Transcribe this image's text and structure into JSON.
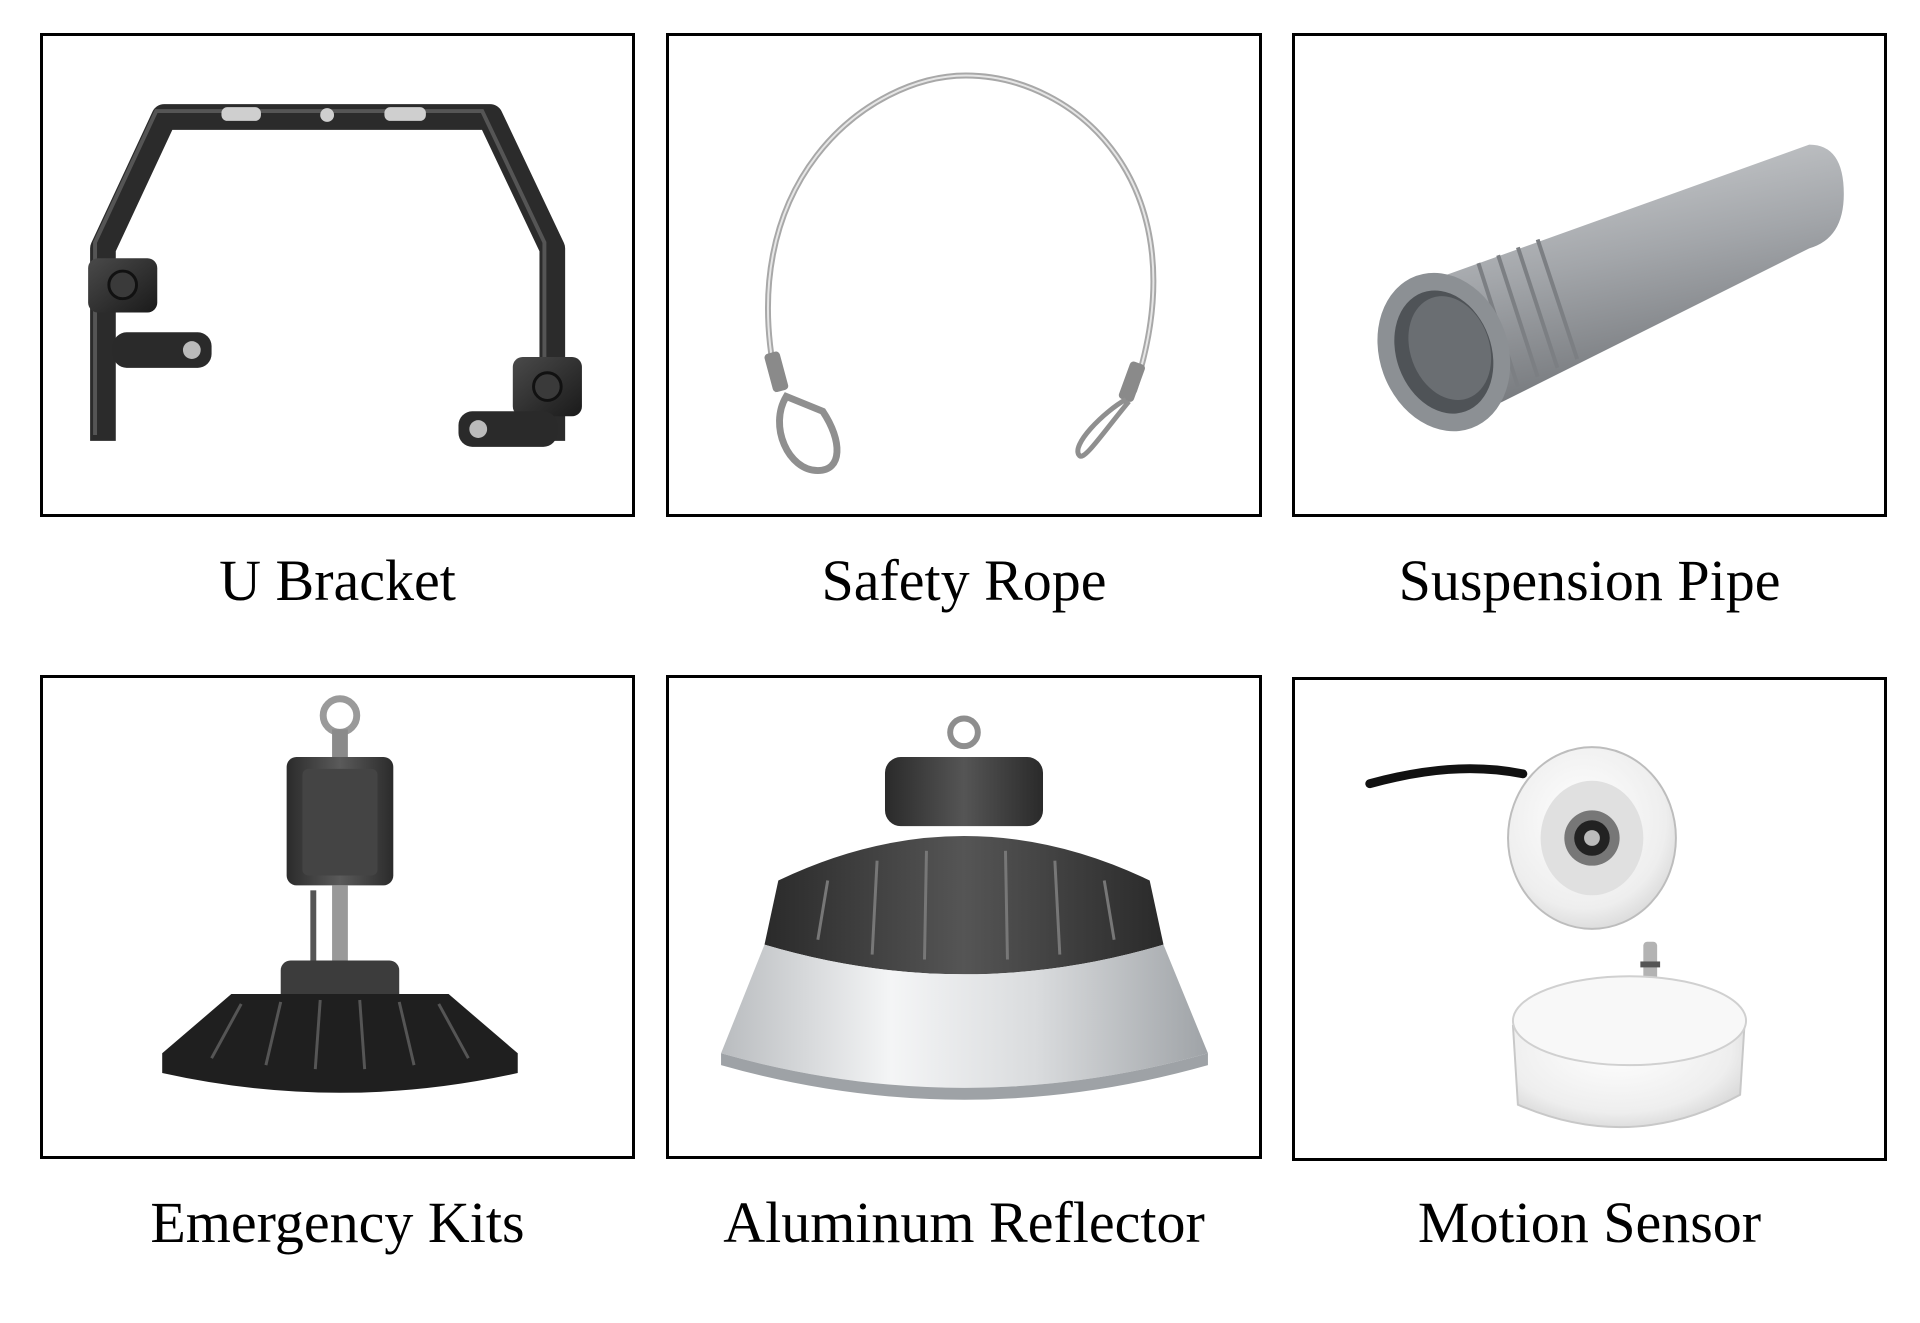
{
  "items": [
    {
      "label": "U Bracket",
      "icon": "u-bracket-icon"
    },
    {
      "label": "Safety Rope",
      "icon": "safety-rope-icon"
    },
    {
      "label": "Suspension Pipe",
      "icon": "suspension-pipe-icon"
    },
    {
      "label": "Emergency Kits",
      "icon": "emergency-kit-icon"
    },
    {
      "label": "Aluminum Reflector",
      "icon": "aluminum-reflector-icon"
    },
    {
      "label": "Motion Sensor",
      "icon": "motion-sensor-icon"
    }
  ]
}
